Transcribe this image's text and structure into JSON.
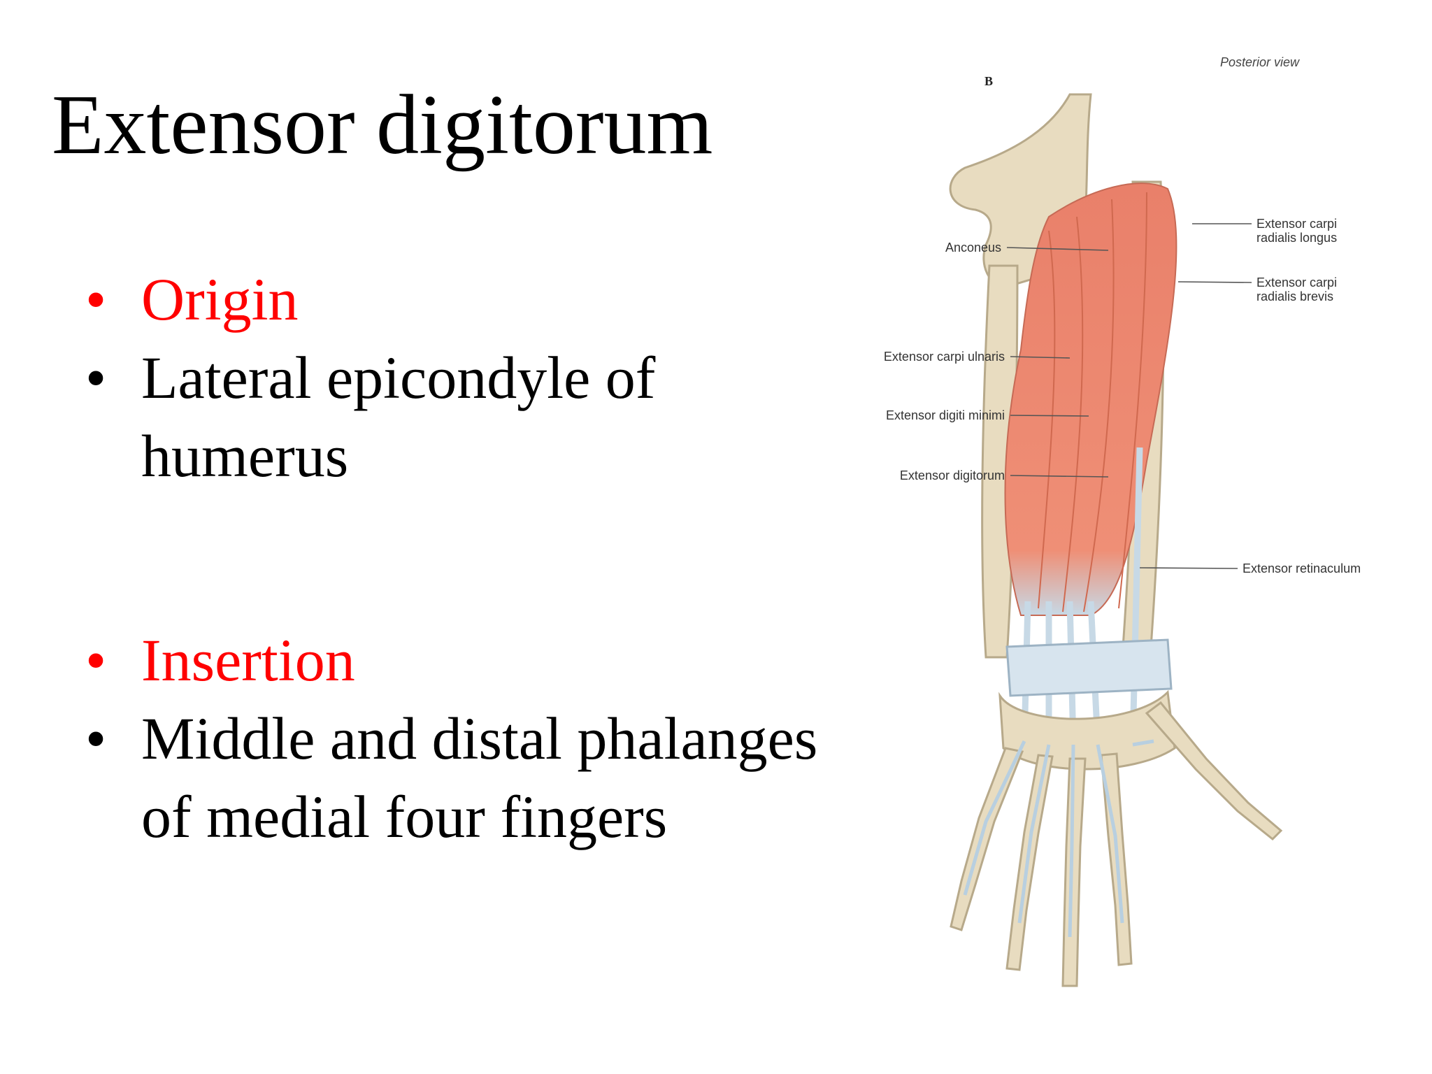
{
  "title": "Extensor digitorum",
  "bullets": [
    {
      "text": "Origin",
      "color": "#ff0000"
    },
    {
      "text": "Lateral epicondyle of humerus",
      "color": "#000000"
    },
    {
      "text": "Insertion",
      "color": "#ff0000"
    },
    {
      "text": "Middle and distal phalanges of medial four fingers",
      "color": "#000000"
    }
  ],
  "bullet_glyph": "•",
  "figure": {
    "panel_letter": "B",
    "view_label": "Posterior view",
    "labels": {
      "anconeus": "Anconeus",
      "ecu": "Extensor carpi ulnaris",
      "edm": "Extensor digiti minimi",
      "ed": "Extensor digitorum",
      "ecrl_1": "Extensor carpi",
      "ecrl_2": "radialis longus",
      "ecrb_1": "Extensor carpi",
      "ecrb_2": "radialis brevis",
      "retinaculum": "Extensor retinaculum"
    },
    "colors": {
      "muscle": "#e9806a",
      "bone": "#e8dcc0",
      "tendon": "#c7d9e6"
    }
  }
}
